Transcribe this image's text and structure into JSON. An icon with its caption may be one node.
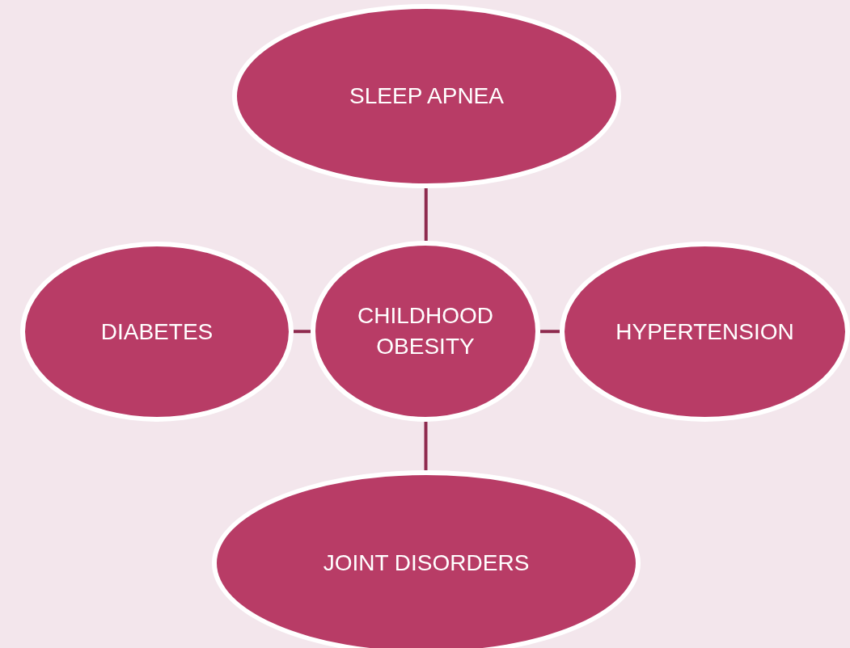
{
  "diagram": {
    "nodes": [
      {
        "text": [
          "CHILDHOOD OBESITY"
        ]
      },
      {
        "text": [
          "SLEEP APNEA"
        ]
      },
      {
        "text": [
          "DIABETES"
        ]
      },
      {
        "text": [
          "HYPERTENSION"
        ]
      },
      {
        "text": [
          "JOINT DISORDERS"
        ]
      }
    ],
    "edges": [
      {
        "from": 0,
        "to": 1,
        "arrow": "none"
      },
      {
        "from": 0,
        "to": 2,
        "arrow": "none"
      },
      {
        "from": 0,
        "to": 3,
        "arrow": "none"
      },
      {
        "from": 0,
        "to": 4,
        "arrow": "none"
      }
    ]
  }
}
